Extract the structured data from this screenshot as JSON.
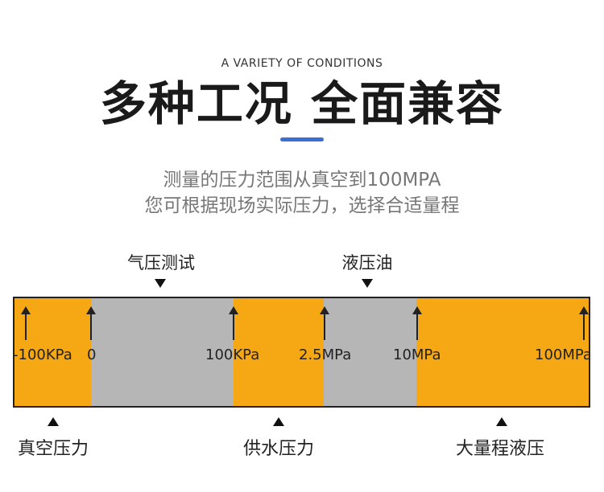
{
  "header": {
    "subtitle_en": "A VARIETY OF CONDITIONS",
    "title": "多种工况 全面兼容",
    "accent_color": "#3b6fd4"
  },
  "description": {
    "line1": "测量的压力范围从真空到100MPA",
    "line2": "您可根据现场实际压力，选择合适量程"
  },
  "scale": {
    "top_labels": [
      "气压测试",
      "液压油"
    ],
    "tick_labels": [
      "-100KPa",
      "0",
      "100KPa",
      "2.5MPa",
      "10MPa",
      "100MPa"
    ],
    "bottom_labels": [
      "真空压力",
      "供水压力",
      "大量程液压"
    ],
    "segment_colors": {
      "orange": "#f5a814",
      "gray": "#b6b6b6"
    }
  }
}
